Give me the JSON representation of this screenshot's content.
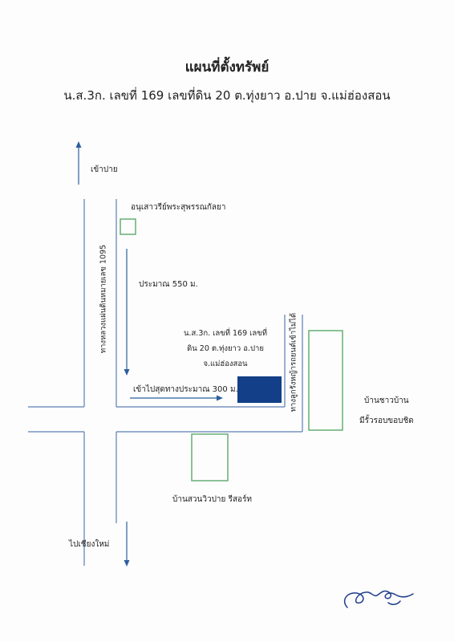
{
  "header": {
    "title": "แผนที่ตั้งทรัพย์",
    "subtitle": "น.ส.3ก. เลขที่ 169 เลขที่ดิน 20 ต.ทุ่งยาว อ.ปาย จ.แม่ฮ่องสอน"
  },
  "map": {
    "label_to_pai": "เข้าปาย",
    "label_monument": "อนุเสาวรีย์พระสุพรรณกัลยา",
    "label_highway": "ทางหลวงแผ่นดินหมายเลข 1095",
    "label_distance_550": "ประมาณ 550 ม.",
    "parcel_line1": "น.ส.3ก. เลขที่ 169 เลขที่",
    "parcel_line2": "ดิน 20 ต.ทุ่งยาว อ.ปาย",
    "parcel_line3": "จ.แม่ฮ่องสอน",
    "label_to_end": "เข้าไปสุดทางประมาณ 300 ม.",
    "label_lane": "ทางลูกรังหญ้ารถยนต์เข้าไม่ได้",
    "label_village_line1": "บ้านชาวบ้าน",
    "label_village_line2": "มีรั้วรอบขอบชิด",
    "label_resort": "บ้านสวนวิวปาย รีสอร์ท",
    "label_to_chiangmai": "ไปเชียงใหม่"
  },
  "colors": {
    "road": "#5b7fb4",
    "arrow": "#2d5f9e",
    "landmark": "#5aa86a",
    "parcel": "#123f87",
    "signature": "#1f3d8a"
  },
  "icons": [
    "arrow-up-icon",
    "arrow-down-icon",
    "arrow-right-icon",
    "signature-mark"
  ]
}
